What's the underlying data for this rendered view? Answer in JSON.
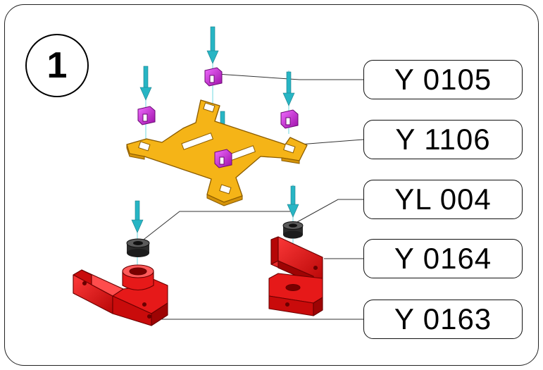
{
  "step_number": "1",
  "labels": [
    {
      "code": "Y 0105",
      "part": "connector",
      "color": "#c41fd0"
    },
    {
      "code": "Y 1106",
      "part": "plate",
      "color": "#f5b417"
    },
    {
      "code": "YL 004",
      "part": "washer",
      "color": "#2b2b2b"
    },
    {
      "code": "Y 0164",
      "part": "bracket",
      "color": "#e01212"
    },
    {
      "code": "Y 0163",
      "part": "bracket",
      "color": "#e01212"
    }
  ],
  "arrow_color": "#27b5c4"
}
